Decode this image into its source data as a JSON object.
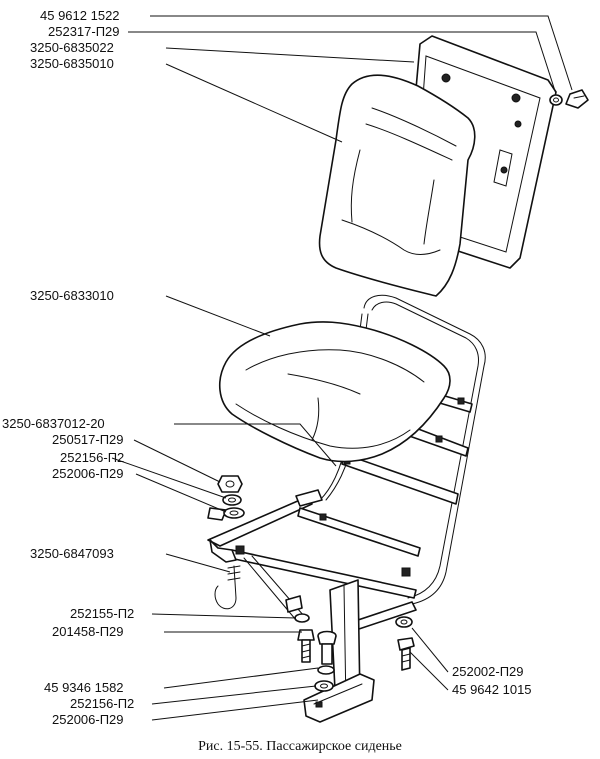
{
  "figure": {
    "caption": "Рис. 15-55. Пассажирское сиденье",
    "callouts": [
      "45 9612 1522",
      "252317-П29",
      "3250-6835022",
      "3250-6835010",
      "3250-6833010",
      "3250-6837012-20",
      "250517-П29",
      "252156-П2",
      "252006-П29",
      "3250-6847093",
      "252155-П2",
      "201458-П29",
      "45 9346 1582",
      "252156-П2",
      "252006-П29",
      "252002-П29",
      "45 9642 1015"
    ],
    "parts": {
      "backrest_panel": "backrest-back-panel",
      "backrest_cushion": "backrest-cushion",
      "seat_cushion": "seat-cushion",
      "frame": "seat-frame",
      "pedestal": "pedestal"
    }
  }
}
